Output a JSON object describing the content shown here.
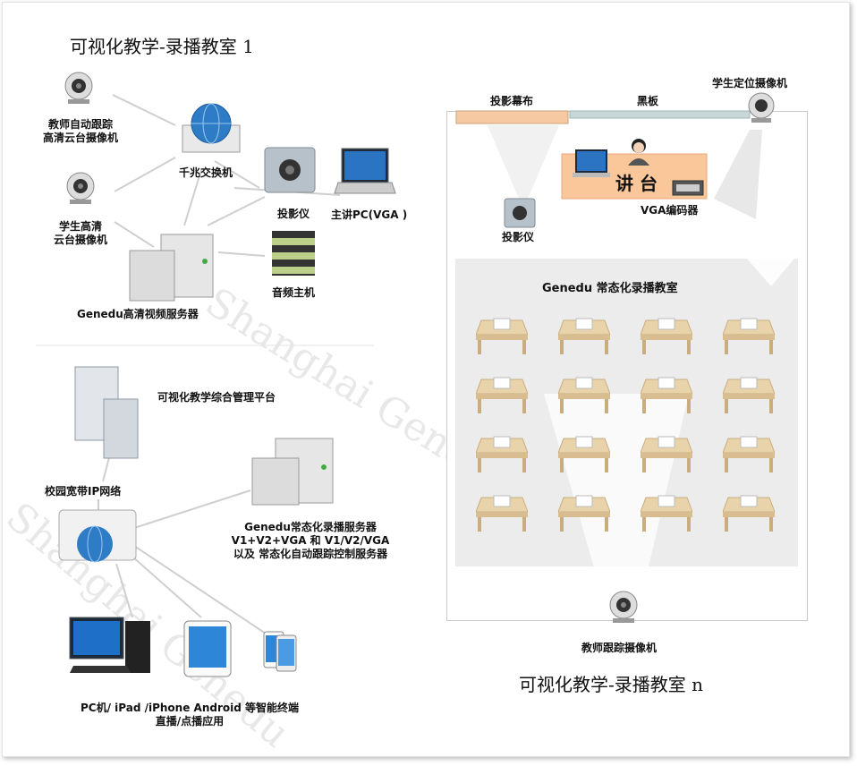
{
  "left_top": {
    "title": "可视化教学-录播教室 1",
    "teacher_camera": [
      "教师自动跟踪",
      "高清云台摄像机"
    ],
    "student_camera": [
      "学生高清",
      "云台摄像机"
    ],
    "switch": "千兆交换机",
    "projector": "投影仪",
    "teacher_pc": "主讲PC(VGA )",
    "audio_host": "音频主机",
    "video_server": "Genedu高清视频服务器"
  },
  "left_bottom": {
    "platform": "可视化教学综合管理平台",
    "campus_net": "校园宽带IP网络",
    "record_server": [
      "Genedu常态化录播服务器",
      "V1+V2+VGA 和 V1/V2/VGA",
      "以及 常态化自动跟踪控制服务器"
    ],
    "terminals": [
      "PC机/ iPad /iPhone Android 等智能终端",
      "直播/点播应用"
    ]
  },
  "room": {
    "title": "可视化教学-录播教室 n",
    "screen_label": "投影幕布",
    "blackboard_label": "黑板",
    "student_locator_camera": "学生定位摄像机",
    "podium": "讲 台",
    "vga_encoder": "VGA编码器",
    "projector": "投影仪",
    "zone_label": "Genedu 常态化录播教室",
    "teacher_tracking_camera": "教师跟踪摄像机"
  },
  "watermark": "Shanghai Genedu",
  "colors": {
    "podium": "#f9c79a",
    "screen": "#f7c9a3",
    "blackboard": "#c8d8d8",
    "zone": "#ececec",
    "desk": "#e8d3ab"
  }
}
